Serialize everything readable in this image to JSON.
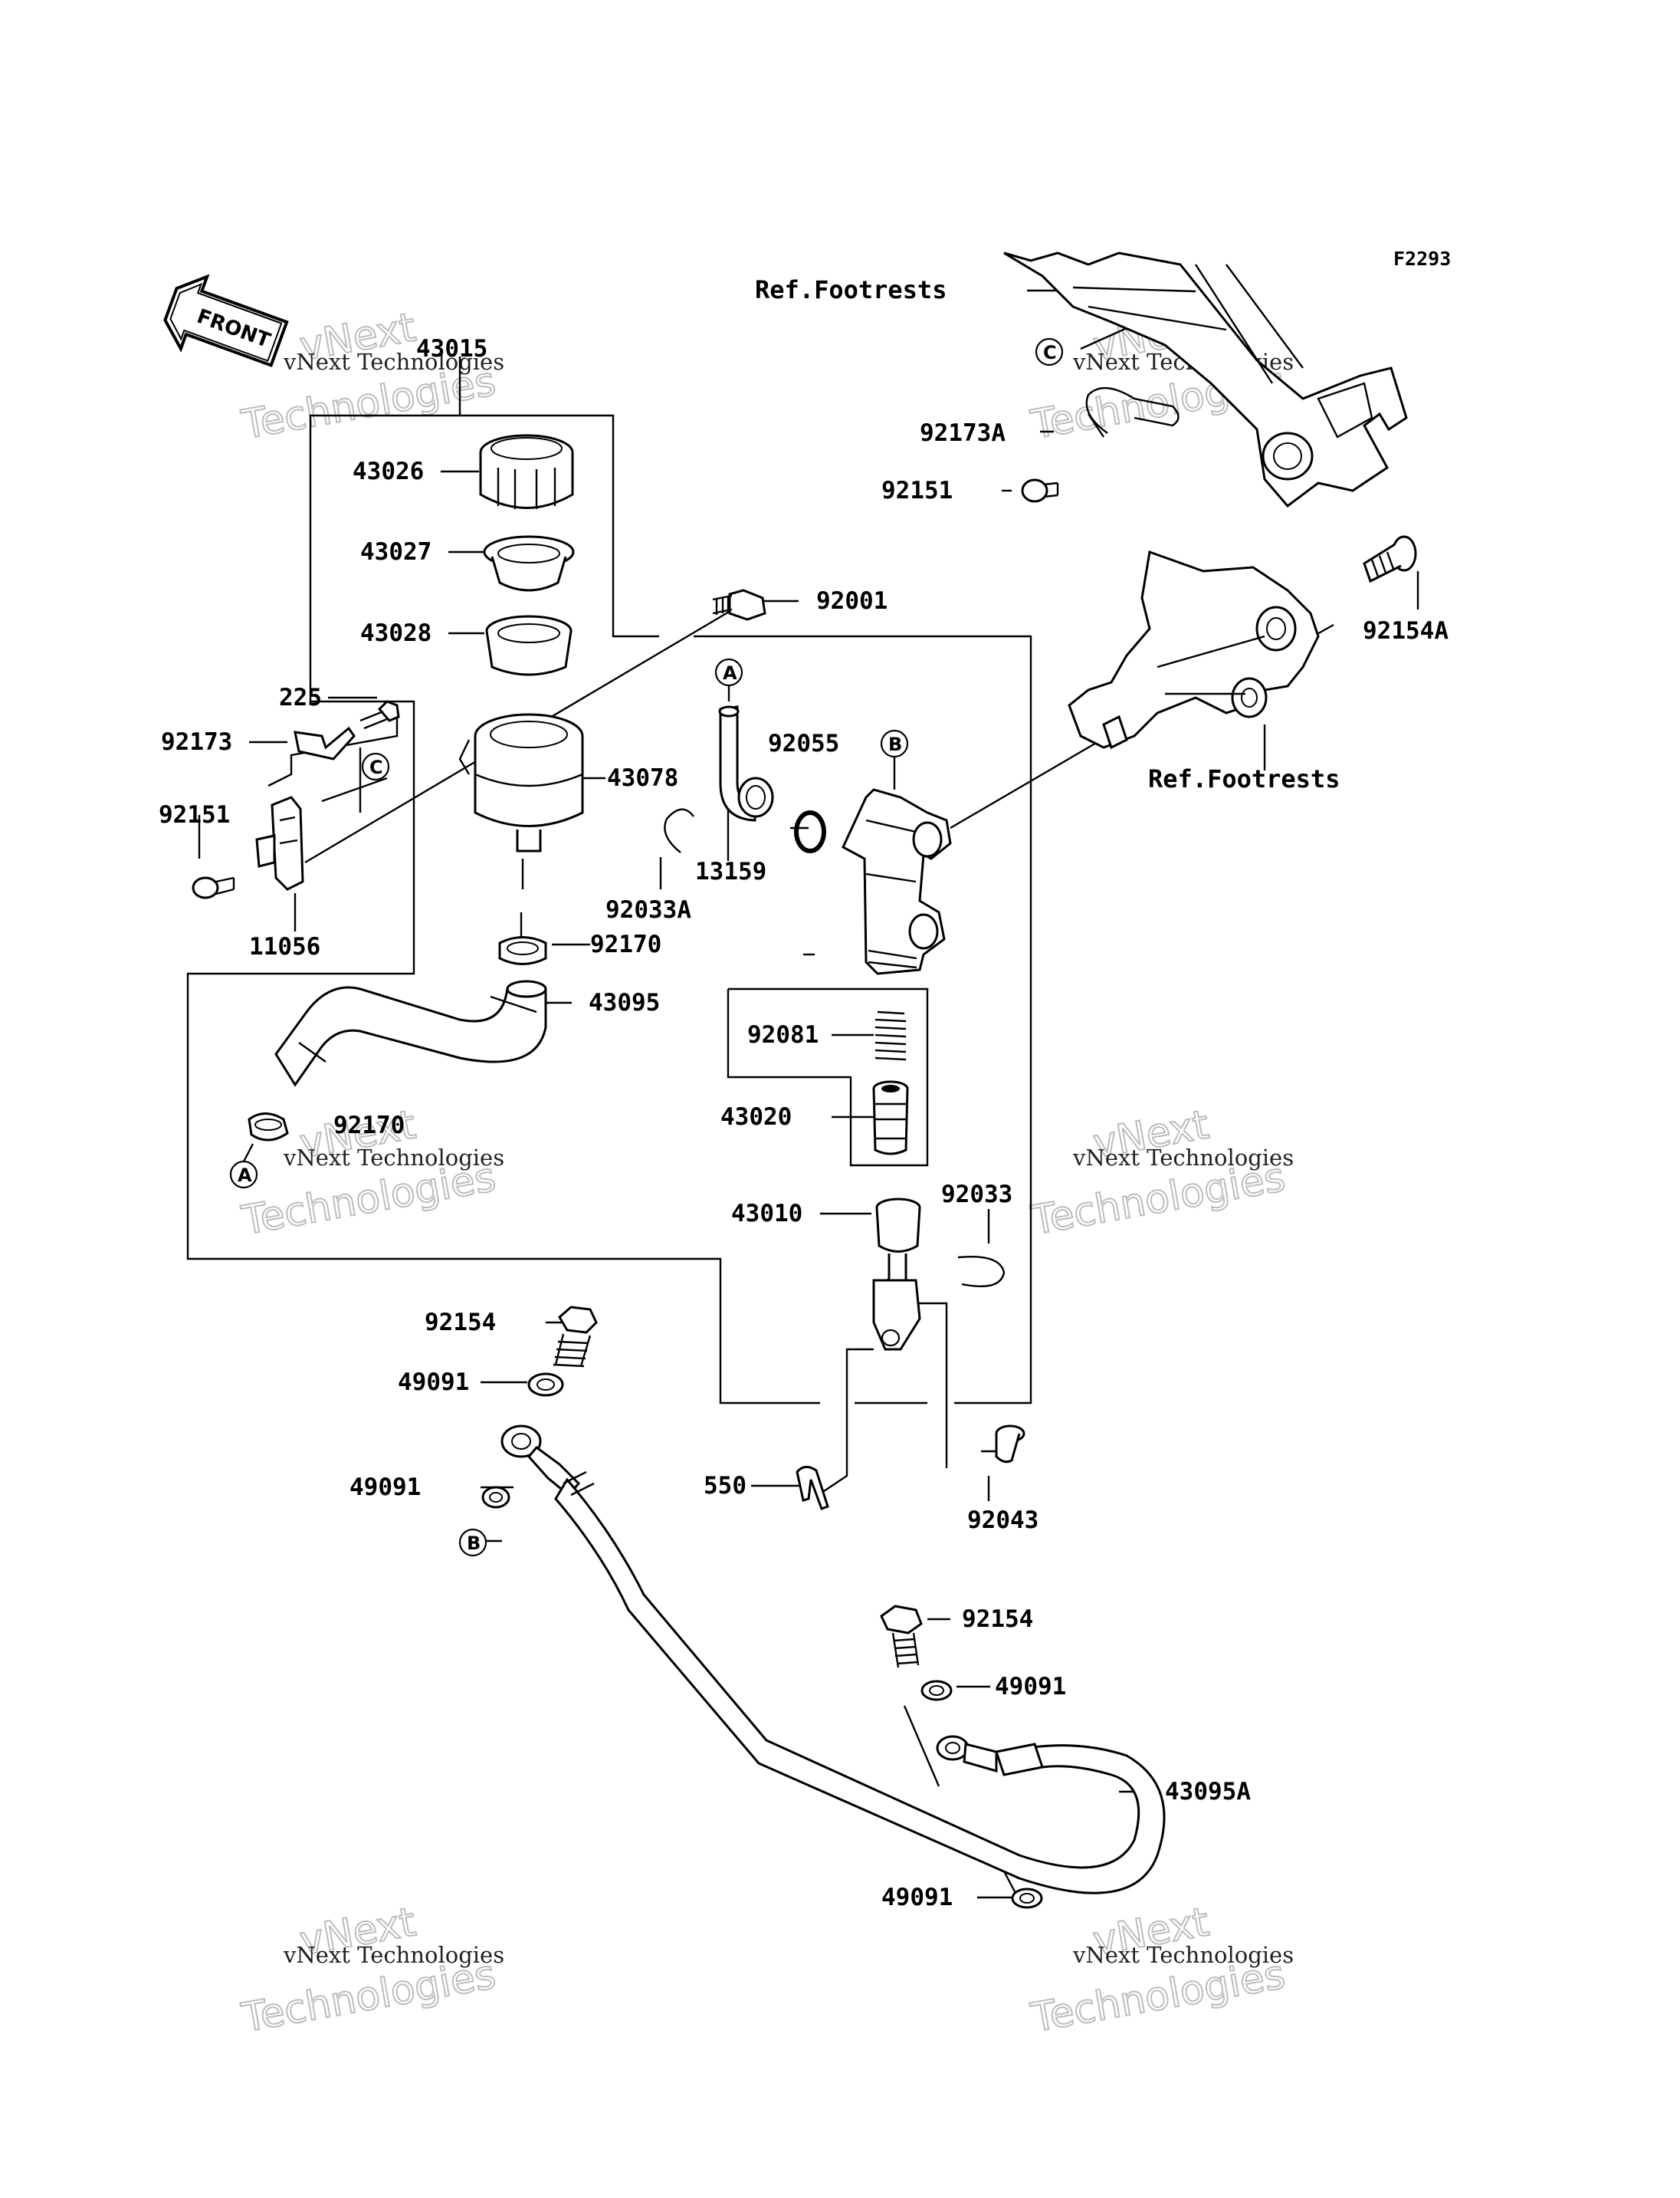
{
  "diagram": {
    "code": "F2293",
    "front_label": "FRONT",
    "parts": {
      "p43015": "43015",
      "p43026": "43026",
      "p43027": "43027",
      "p43028": "43028",
      "p92001": "92001",
      "p225": "225",
      "p92173": "92173",
      "p92151_left": "92151",
      "p11056": "11056",
      "p43078": "43078",
      "p92055": "92055",
      "p13159": "13159",
      "p92033A": "92033A",
      "p92170_upper": "92170",
      "p43095": "43095",
      "p92081": "92081",
      "p43020": "43020",
      "p92170_lower": "92170",
      "p43010": "43010",
      "p92033": "92033",
      "p92154_upper": "92154",
      "p49091_a": "49091",
      "p49091_b": "49091",
      "p550": "550",
      "p92043": "92043",
      "p92154_lower": "92154",
      "p49091_c": "49091",
      "p43095A": "43095A",
      "p49091_d": "49091",
      "p92173A": "92173A",
      "p92151_right": "92151",
      "p92154A": "92154A"
    },
    "refs": {
      "footrests_top": "Ref.Footrests",
      "footrests_mid": "Ref.Footrests"
    },
    "callouts": {
      "A": "A",
      "B": "B",
      "C": "C"
    },
    "watermark": {
      "line1": "vNext Technologies",
      "line2": "vNext",
      "line3": "Technologies"
    }
  }
}
